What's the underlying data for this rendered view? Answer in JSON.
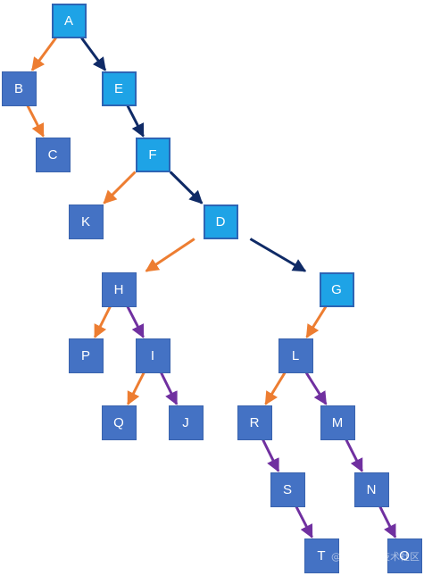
{
  "colors": {
    "node_fill": "#4472c4",
    "node_highlight_fill": "#1ea3e6",
    "node_highlight_border": "#2d64b4",
    "edge_orange": "#ed7d31",
    "edge_navy": "#0f2a66",
    "edge_purple": "#7030a0"
  },
  "nodes": [
    {
      "id": "A",
      "label": "A",
      "style": "highlight"
    },
    {
      "id": "B",
      "label": "B",
      "style": "normal"
    },
    {
      "id": "E",
      "label": "E",
      "style": "highlight"
    },
    {
      "id": "C",
      "label": "C",
      "style": "normal"
    },
    {
      "id": "F",
      "label": "F",
      "style": "highlight"
    },
    {
      "id": "K",
      "label": "K",
      "style": "normal"
    },
    {
      "id": "D",
      "label": "D",
      "style": "highlight"
    },
    {
      "id": "H",
      "label": "H",
      "style": "normal"
    },
    {
      "id": "G",
      "label": "G",
      "style": "highlight"
    },
    {
      "id": "P",
      "label": "P",
      "style": "normal"
    },
    {
      "id": "I",
      "label": "I",
      "style": "normal"
    },
    {
      "id": "L",
      "label": "L",
      "style": "normal"
    },
    {
      "id": "Q",
      "label": "Q",
      "style": "normal"
    },
    {
      "id": "J",
      "label": "J",
      "style": "normal"
    },
    {
      "id": "R",
      "label": "R",
      "style": "normal"
    },
    {
      "id": "M",
      "label": "M",
      "style": "normal"
    },
    {
      "id": "S",
      "label": "S",
      "style": "normal"
    },
    {
      "id": "N",
      "label": "N",
      "style": "normal"
    },
    {
      "id": "T",
      "label": "T",
      "style": "normal"
    },
    {
      "id": "O",
      "label": "O",
      "style": "normal"
    }
  ],
  "edges": [
    {
      "from": "A",
      "to": "B",
      "color": "orange"
    },
    {
      "from": "A",
      "to": "E",
      "color": "navy"
    },
    {
      "from": "B",
      "to": "C",
      "color": "orange"
    },
    {
      "from": "E",
      "to": "F",
      "color": "navy"
    },
    {
      "from": "F",
      "to": "K",
      "color": "orange"
    },
    {
      "from": "F",
      "to": "D",
      "color": "navy"
    },
    {
      "from": "D",
      "to": "H",
      "color": "orange"
    },
    {
      "from": "D",
      "to": "G",
      "color": "navy"
    },
    {
      "from": "H",
      "to": "P",
      "color": "orange"
    },
    {
      "from": "H",
      "to": "I",
      "color": "purple"
    },
    {
      "from": "I",
      "to": "Q",
      "color": "orange"
    },
    {
      "from": "I",
      "to": "J",
      "color": "purple"
    },
    {
      "from": "G",
      "to": "L",
      "color": "orange"
    },
    {
      "from": "L",
      "to": "R",
      "color": "orange"
    },
    {
      "from": "L",
      "to": "M",
      "color": "purple"
    },
    {
      "from": "R",
      "to": "S",
      "color": "purple"
    },
    {
      "from": "M",
      "to": "N",
      "color": "purple"
    },
    {
      "from": "S",
      "to": "T",
      "color": "purple"
    },
    {
      "from": "N",
      "to": "O",
      "color": "purple"
    }
  ],
  "watermark": "@稀土掘金技术社区"
}
